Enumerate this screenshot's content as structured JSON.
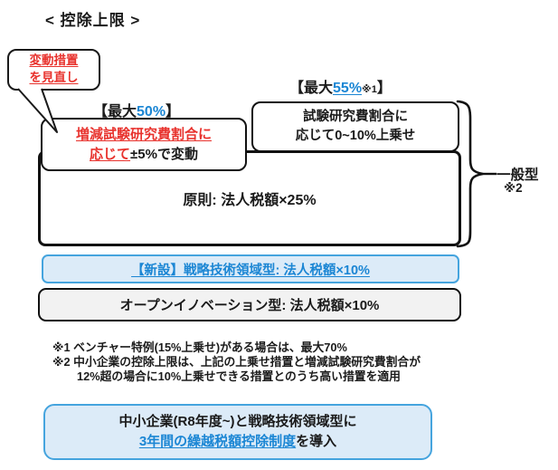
{
  "title": "< 控除上限 >",
  "callout": {
    "line1": "変動措置",
    "line2": "を見直し"
  },
  "labels": {
    "max50": {
      "prefix": "【最大",
      "value": "50%",
      "suffix": "】"
    },
    "max55": {
      "prefix": "【最大",
      "value": "55%",
      "ref": "※1",
      "suffix": "】"
    }
  },
  "boxes": {
    "variation": {
      "red_line1": "増減試験研究費割合に",
      "red_line2": "応じて",
      "black_line2": "±5%で変動"
    },
    "addon": {
      "line1": "試験研究費割合に",
      "line2": "応じて0~10%上乗せ"
    },
    "principle": {
      "text": "原則: 法人税額×25%"
    },
    "strategic": {
      "text": "【新設】戦略技術領域型: 法人税額×10%"
    },
    "open_innovation": {
      "text": "オープンイノベーション型: 法人税額×10%"
    },
    "carryover": {
      "line1": "中小企業(R8年度~)と戦略技術領域型に",
      "link": "3年間の繰越税額控除制度",
      "suffix": "を導入"
    }
  },
  "brace": {
    "label": "一般型",
    "ref": "※2"
  },
  "notes": {
    "note1": "※1 ベンチャー特例(15%上乗せ)がある場合は、最大70%",
    "note2_line1": "※2 中小企業の控除上限は、上記の上乗せ措置と増減試験研究費割合が",
    "note2_line2": "12%超の場合に10%上乗せできる措置とのうち高い措置を適用"
  },
  "colors": {
    "red": "#e8322d",
    "link_blue": "#1b86d4",
    "blue_border": "#45a4de",
    "blue_bg": "#dcebf8",
    "gray_bg": "#f2f2f2",
    "line_black": "#111111"
  }
}
